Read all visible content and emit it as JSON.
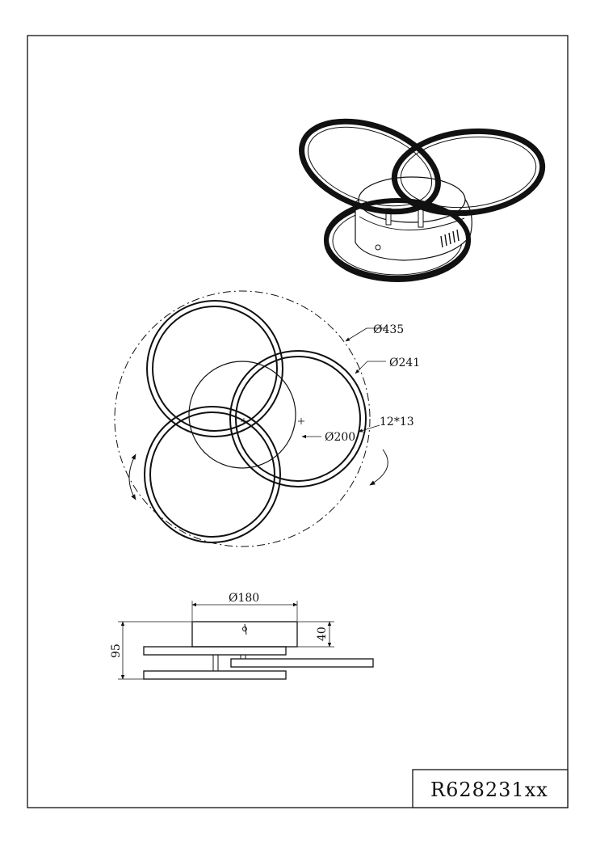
{
  "drawing": {
    "dimensions": {
      "overall_diameter": "Ø435",
      "ring_diameter": "Ø241",
      "mounting_slot": "12*13",
      "base_diameter": "Ø200",
      "canopy_diameter": "Ø180",
      "canopy_height": "40",
      "total_height": "95"
    },
    "title_block": {
      "article_number": "R628231xx"
    }
  },
  "colors": {
    "line": "#111111",
    "paper": "#ffffff"
  }
}
